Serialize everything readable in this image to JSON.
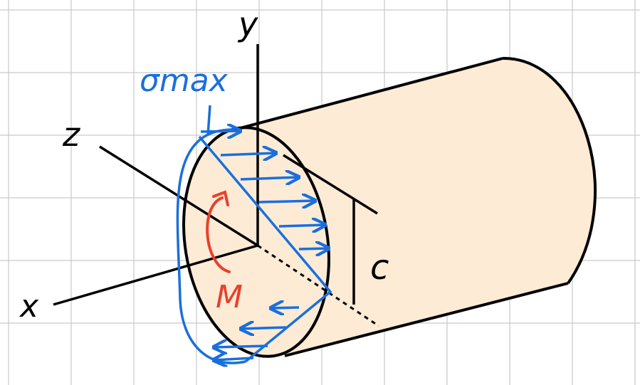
{
  "diagram": {
    "labels": {
      "y_axis": "y",
      "z_axis": "z",
      "x_axis": "x",
      "max_stress": "σmax",
      "radius": "c",
      "moment": "M"
    },
    "colors": {
      "background": "#ffffff",
      "grid": "#c9c9c9",
      "cylinder_fill": "#fdebd6",
      "outline": "#000000",
      "stress": "#1a6fdc",
      "moment": "#e8412c"
    }
  }
}
